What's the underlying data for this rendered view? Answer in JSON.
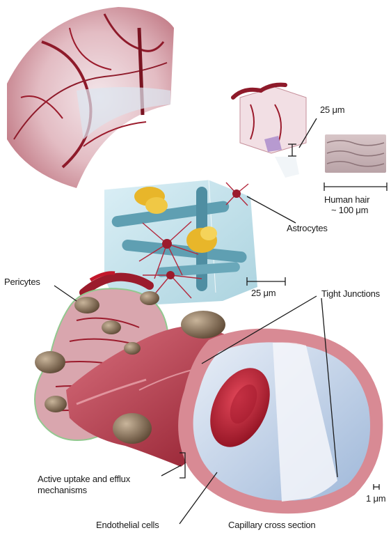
{
  "labels": {
    "scale_25um_top": "25 μm",
    "human_hair_line1": "Human hair",
    "human_hair_line2": "~ 100 μm",
    "astrocytes": "Astrocytes",
    "pericytes": "Pericytes",
    "scale_25um_mid": "25 μm",
    "tight_junctions": "Tight Junctions",
    "active_uptake_line1": "Active uptake and efflux",
    "active_uptake_line2": "mechanisms",
    "scale_1um": "1 μm",
    "endothelial_cells": "Endothelial cells",
    "capillary_cross_section": "Capillary cross section"
  },
  "colors": {
    "vessel": "#9b1b2c",
    "tissue": "#e9c4c8",
    "astro_gold": "#e8b62a",
    "capillary_blue": "#7fb7c9",
    "lumen_blue": "#c9d8ea",
    "rbc": "#c3172b",
    "pericyte": "#8a6f55",
    "ink": "#1a1a1a"
  }
}
